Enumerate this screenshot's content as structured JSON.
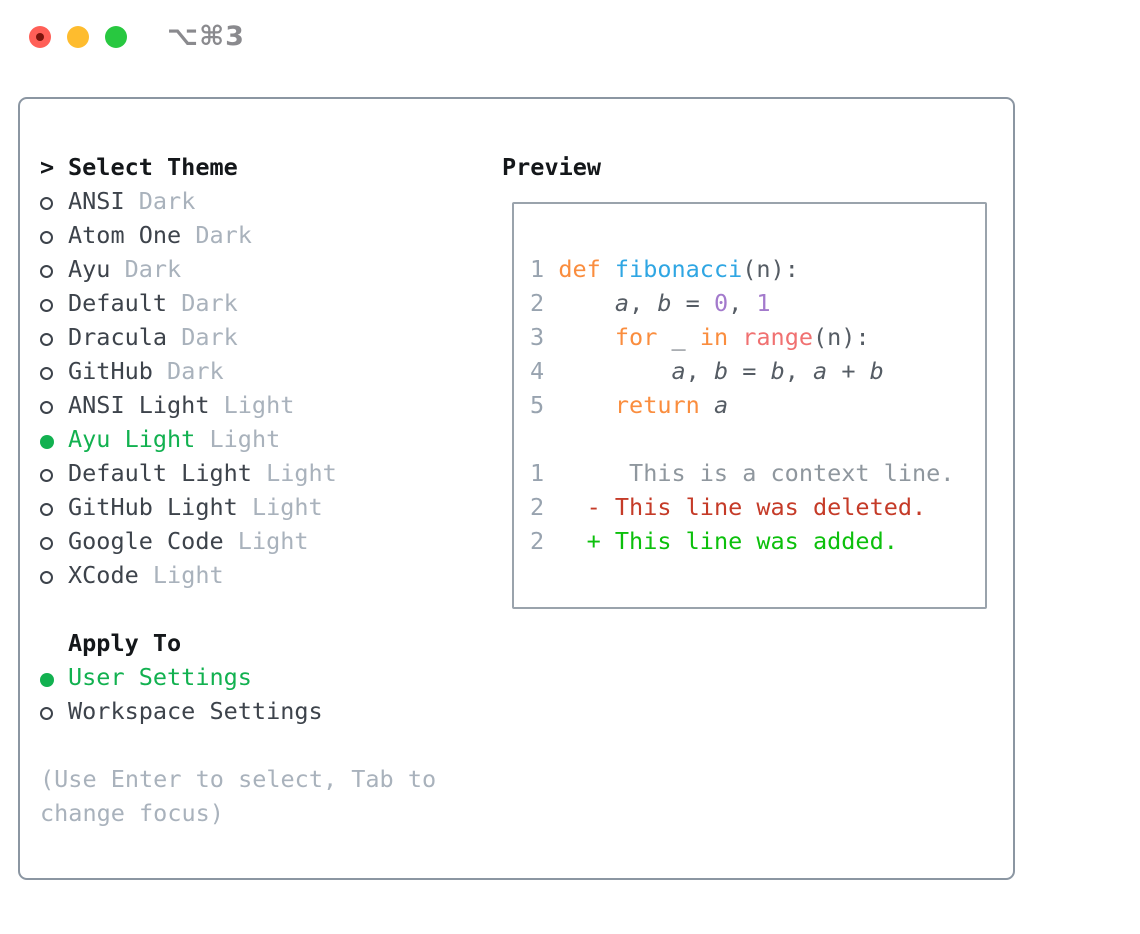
{
  "titlebar": {
    "title": "⌥⌘3"
  },
  "colors": {
    "ink": "#3d434b",
    "header": "#14171a",
    "tag": "#a9b2bc",
    "footerc": "#a9b2bc",
    "lno": "#98a3af",
    "code": "#555c64",
    "ctx": "#8f979e",
    "kw": "#fa8d3e",
    "fn": "#2fa6e3",
    "call": "#f07171",
    "numlit": "#a37acc",
    "selgreen": "#12b150",
    "addgreen": "#0cc00c",
    "delred": "#c53b28",
    "panelborder": "#8b96a2",
    "previewborder": "#9aa3ac",
    "titlegray": "#8a8a8e",
    "tl-red": "#ff5f57",
    "tl-yellow": "#febc2e",
    "tl-green": "#28c840",
    "tl-dot": "#7b150d"
  },
  "theme_list": {
    "header_prefix": ">",
    "header": "Select Theme",
    "items": [
      {
        "name": "ANSI",
        "tag": "Dark",
        "selected": false
      },
      {
        "name": "Atom One",
        "tag": "Dark",
        "selected": false
      },
      {
        "name": "Ayu",
        "tag": "Dark",
        "selected": false
      },
      {
        "name": "Default",
        "tag": "Dark",
        "selected": false
      },
      {
        "name": "Dracula",
        "tag": "Dark",
        "selected": false
      },
      {
        "name": "GitHub",
        "tag": "Dark",
        "selected": false
      },
      {
        "name": "ANSI Light",
        "tag": "Light",
        "selected": false
      },
      {
        "name": "Ayu Light",
        "tag": "Light",
        "selected": true
      },
      {
        "name": "Default Light",
        "tag": "Light",
        "selected": false
      },
      {
        "name": "GitHub Light",
        "tag": "Light",
        "selected": false
      },
      {
        "name": "Google Code",
        "tag": "Light",
        "selected": false
      },
      {
        "name": "XCode",
        "tag": "Light",
        "selected": false
      }
    ]
  },
  "apply_to": {
    "header": "Apply To",
    "options": [
      {
        "label": "User Settings",
        "selected": true
      },
      {
        "label": "Workspace Settings",
        "selected": false
      }
    ]
  },
  "footer": {
    "lines": [
      "(Use Enter to select, Tab to",
      "change focus)"
    ]
  },
  "preview": {
    "header": "Preview",
    "code_lines": [
      {
        "num": "1",
        "tokens": [
          [
            "pl",
            " "
          ],
          [
            "kw",
            "def"
          ],
          [
            "pl",
            " "
          ],
          [
            "fn",
            "fibonacci"
          ],
          [
            "pl",
            "(n):"
          ]
        ]
      },
      {
        "num": "2",
        "tokens": [
          [
            "pl",
            "     "
          ],
          [
            "id",
            "a"
          ],
          [
            "pl",
            ", "
          ],
          [
            "id",
            "b"
          ],
          [
            "pl",
            " = "
          ],
          [
            "num",
            "0"
          ],
          [
            "pl",
            ", "
          ],
          [
            "num",
            "1"
          ]
        ]
      },
      {
        "num": "3",
        "tokens": [
          [
            "pl",
            "     "
          ],
          [
            "kw",
            "for"
          ],
          [
            "pl",
            " _ "
          ],
          [
            "kw",
            "in"
          ],
          [
            "pl",
            " "
          ],
          [
            "call",
            "range"
          ],
          [
            "pl",
            "(n):"
          ]
        ]
      },
      {
        "num": "4",
        "tokens": [
          [
            "pl",
            "         "
          ],
          [
            "id",
            "a"
          ],
          [
            "pl",
            ", "
          ],
          [
            "id",
            "b"
          ],
          [
            "pl",
            " = "
          ],
          [
            "id",
            "b"
          ],
          [
            "pl",
            ", "
          ],
          [
            "id",
            "a"
          ],
          [
            "pl",
            " + "
          ],
          [
            "id",
            "b"
          ]
        ]
      },
      {
        "num": "5",
        "tokens": [
          [
            "pl",
            "     "
          ],
          [
            "kw",
            "return"
          ],
          [
            "pl",
            " "
          ],
          [
            "id",
            "a"
          ]
        ]
      }
    ],
    "diff_lines": [
      {
        "num": "1",
        "indent": "      ",
        "sign": "",
        "text": "This is a context line.",
        "type": "ctx"
      },
      {
        "num": "2",
        "indent": "   ",
        "sign": "- ",
        "text": "This line was deleted.",
        "type": "del"
      },
      {
        "num": "2",
        "indent": "   ",
        "sign": "+ ",
        "text": "This line was added.",
        "type": "add"
      }
    ]
  }
}
